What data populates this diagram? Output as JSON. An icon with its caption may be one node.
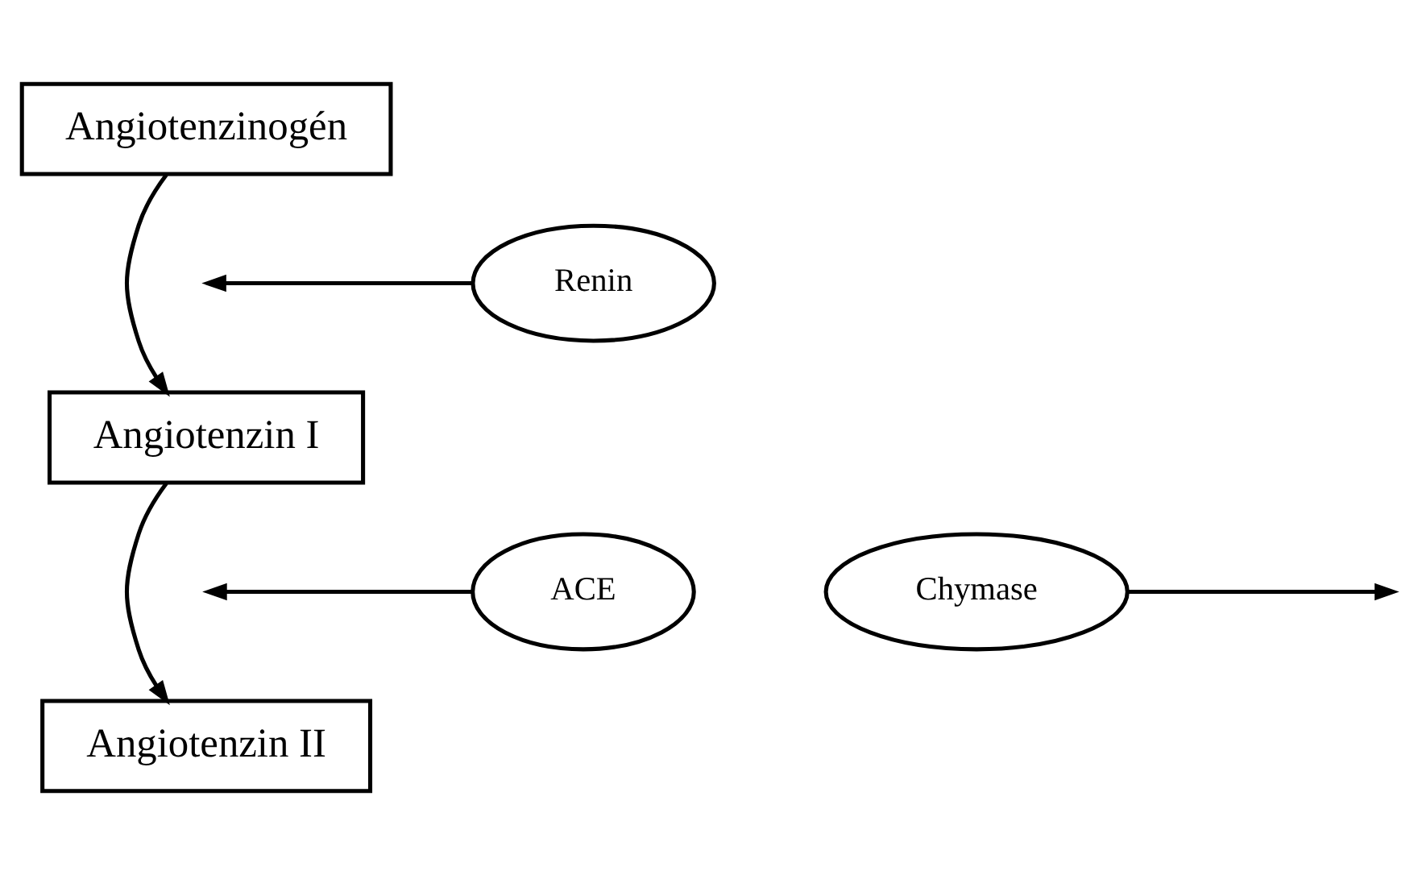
{
  "diagram": {
    "nodes": [
      {
        "text": [
          "Angiotenzinogén"
        ]
      },
      {
        "text": [
          "Renin"
        ]
      },
      {
        "text": [
          "Angiotenzin I"
        ]
      },
      {
        "text": [
          "Chymase"
        ]
      },
      {
        "text": [
          "ACE"
        ]
      },
      {
        "text": [
          "Angiotenzin II"
        ]
      }
    ],
    "edges": [
      {
        "from": 0,
        "to": 2,
        "arrow": "to"
      },
      {
        "from": 1,
        "to": null,
        "arrow": "to"
      },
      {
        "from": 2,
        "to": 5,
        "arrow": "to"
      },
      {
        "from": 3,
        "to": null,
        "arrow": "to"
      },
      {
        "from": 4,
        "to": null,
        "arrow": "to"
      }
    ]
  }
}
